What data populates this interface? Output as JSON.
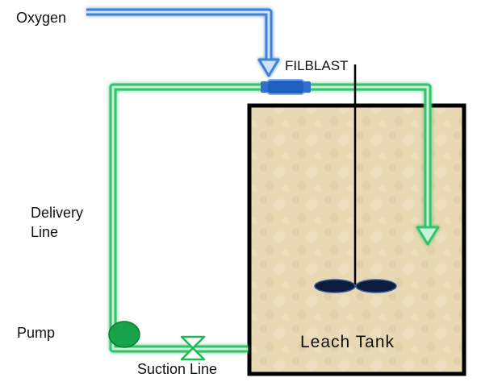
{
  "labels": {
    "oxygen": "Oxygen",
    "filblast": "FILBLAST",
    "delivery_line_1": "Delivery",
    "delivery_line_2": "Line",
    "pump": "Pump",
    "suction_line": "Suction Line",
    "leach_tank": "Leach Tank"
  },
  "colors": {
    "oxygen_pipe": "#4a90e2",
    "slurry_pipe": "#3bc46a",
    "filblast_unit": "#1f5fbf",
    "pump": "#16a34a",
    "tank_fill": "#e6d6b0",
    "tank_border": "#000000",
    "impeller": "#0d1b3d"
  }
}
